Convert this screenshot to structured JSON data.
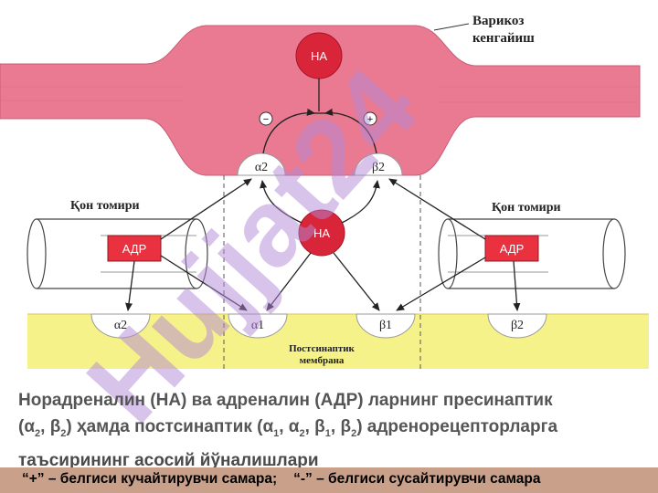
{
  "diagram": {
    "varicose_label_line1": "Варикоз",
    "varicose_label_line2": "кенгайиш",
    "na_top": "НА",
    "na_middle": "НА",
    "minus_sign": "−",
    "plus_sign": "+",
    "receptor_alpha2_pre": "α2",
    "receptor_beta2_pre": "β2",
    "vessel_left_label": "Қон томири",
    "vessel_right_label": "Қон томири",
    "adr_left": "АДР",
    "adr_right": "АДР",
    "post_alpha2": "α2",
    "post_alpha1": "α1",
    "post_beta1": "β1",
    "post_beta2": "β2",
    "membrane_line1": "Постсинаптик",
    "membrane_line2": "мембрана",
    "watermark": "Hujjat24"
  },
  "caption": {
    "line1": "Норадреналин (НА) ва адреналин (АДР) ларнинг пресинаптик",
    "line2_a": "(α",
    "line2_s1": "2",
    "line2_b": ", β",
    "line2_s2": "2",
    "line2_c": ") ҳамда постсинаптик (α",
    "line2_s3": "1",
    "line2_d": ", α",
    "line2_s4": "2",
    "line2_e": ", β",
    "line2_s5": "1",
    "line2_f": ", β",
    "line2_s6": "2",
    "line2_g": ") адренорецепторларга",
    "line3": "таъсирининг асосий йўналишлари"
  },
  "footer": {
    "plus_text": "“+” – белгиси кучайтирувчи  самара;",
    "minus_text": "“-” – белгиси сусайтирувчи самара"
  },
  "colors": {
    "axon": "#e97a92",
    "membrane": "#f6f28a",
    "circle": "#d9253a",
    "adr_box": "#e9313f",
    "footer_bar": "#c9a08a",
    "watermark": "#b388d6"
  }
}
